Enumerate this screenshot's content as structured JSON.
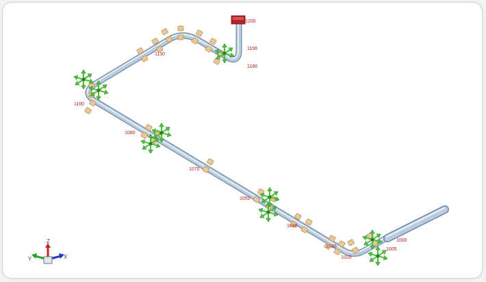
{
  "colors": {
    "pipe": "#b9cbdc",
    "pipe_edge": "#6f8da8",
    "restraint": "#e8c79a",
    "restraint_edge": "#b48648",
    "guide": "#4fc23f",
    "guide_edge": "#2a7d21",
    "anchor": "#b32525",
    "label": "#b01e1e",
    "axis_x": "#2338c9",
    "axis_y": "#2f9f2f",
    "axis_z": "#c22424"
  },
  "node_labels": [
    {
      "id": "n1200",
      "text": "1200"
    },
    {
      "id": "n1190a",
      "text": "1190"
    },
    {
      "id": "n1180",
      "text": "1180"
    },
    {
      "id": "n1130",
      "text": "1130"
    },
    {
      "id": "n1100",
      "text": "1100"
    },
    {
      "id": "n1080",
      "text": "1080"
    },
    {
      "id": "n1070",
      "text": "1070"
    },
    {
      "id": "n1050",
      "text": "1050"
    },
    {
      "id": "n1040",
      "text": "1040"
    },
    {
      "id": "n1030",
      "text": "1030"
    },
    {
      "id": "n1020",
      "text": "1020"
    },
    {
      "id": "n1005",
      "text": "1005"
    },
    {
      "id": "n1000",
      "text": "1000"
    }
  ],
  "axis_triad": {
    "z": "Z",
    "x": "X",
    "y": "Y"
  }
}
